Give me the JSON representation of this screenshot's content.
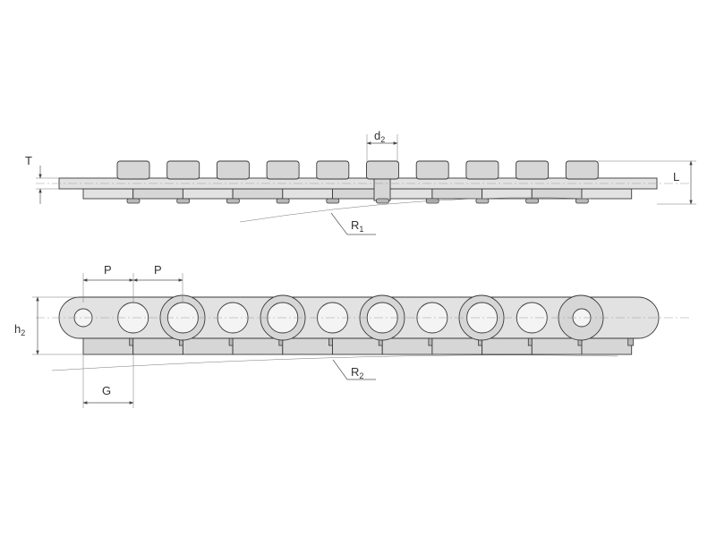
{
  "labels": {
    "T": "T",
    "L": "L",
    "d": "d",
    "d_sub": "2",
    "R1": "R",
    "R1_sub": "1",
    "P1": "P",
    "P2": "P",
    "h": "h",
    "h_sub": "2",
    "G": "G",
    "R2": "R",
    "R2_sub": "2"
  }
}
